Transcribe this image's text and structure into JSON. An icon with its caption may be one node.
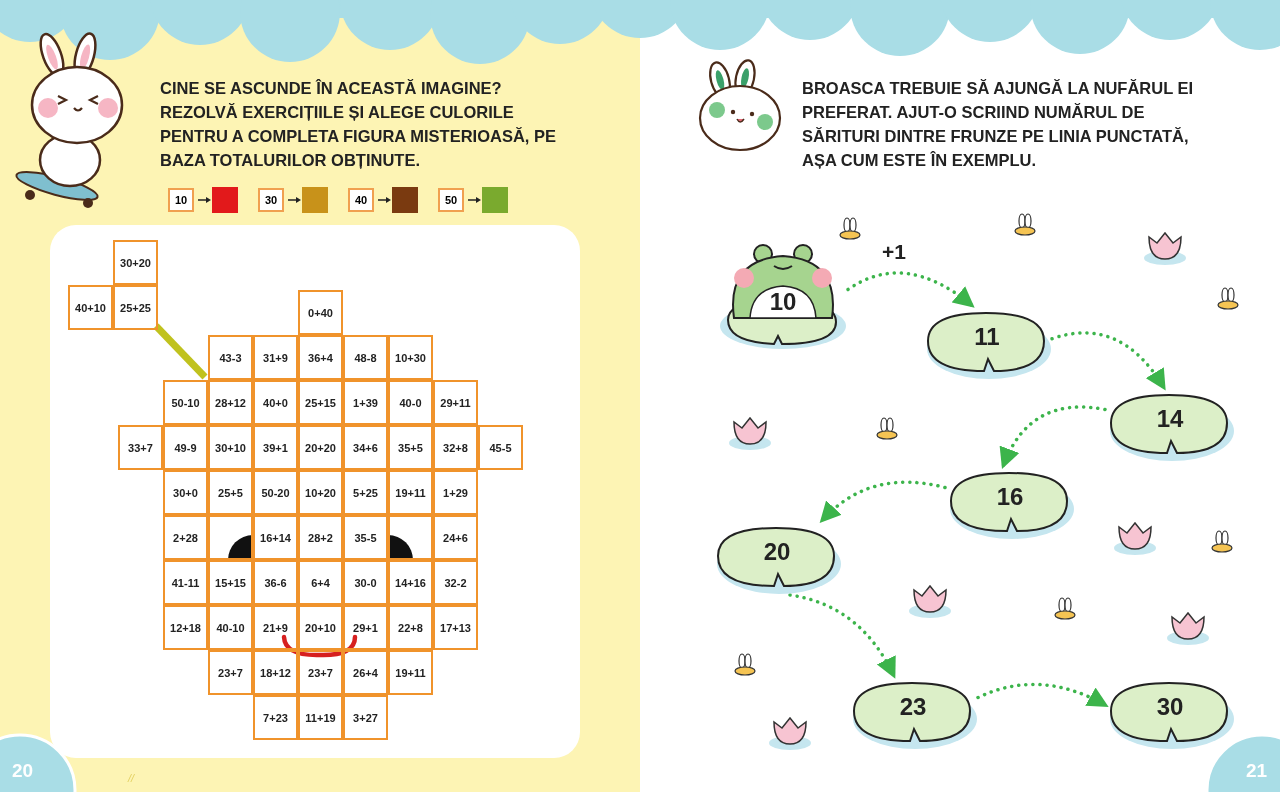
{
  "diagram": {
    "nodes": [
      {
        "text": [
          "10"
        ]
      },
      {
        "text": [
          "11"
        ]
      },
      {
        "text": [
          "14"
        ]
      },
      {
        "text": [
          "16"
        ]
      },
      {
        "text": [
          "20"
        ]
      },
      {
        "text": [
          "23"
        ]
      },
      {
        "text": [
          "30"
        ]
      }
    ],
    "edges": [
      {
        "from": 0,
        "to": 1,
        "arrow": "to",
        "label": "+1",
        "style": "dashed"
      },
      {
        "from": 1,
        "to": 2,
        "arrow": "to",
        "style": "dashed"
      },
      {
        "from": 2,
        "to": 3,
        "arrow": "to",
        "style": "dashed"
      },
      {
        "from": 3,
        "to": 4,
        "arrow": "to",
        "style": "dashed"
      },
      {
        "from": 4,
        "to": 5,
        "arrow": "to",
        "style": "dashed"
      },
      {
        "from": 5,
        "to": 6,
        "arrow": "to",
        "style": "dashed"
      }
    ],
    "labels": [
      "CINE SE ASCUNDE ÎN ACEASTĂ IMAGINE? REZOLVĂ EXERCIȚIILE ȘI ALEGE CULORILE PENTRU A COMPLETA FIGURA MISTERIOASĂ, PE BAZA TOTALURILOR OBȚINUTE.",
      "BROASCA TREBUIE SĂ AJUNGĂ LA NUFĂRUL EI PREFERAT. AJUT-O SCRIIND NUMĂRUL DE SĂRITURI DINTRE FRUNZE PE LINIA PUNCTATĂ, AȘA CUM ESTE ÎN EXEMPLU.",
      "30+20",
      "40+10",
      "25+25",
      "0+40",
      "43-3",
      "31+9",
      "36+4",
      "48-8",
      "10+30",
      "50-10",
      "28+12",
      "40+0",
      "25+15",
      "1+39",
      "40-0",
      "29+11",
      "33+7",
      "49-9",
      "30+10",
      "39+1",
      "20+20",
      "34+6",
      "35+5",
      "32+8",
      "45-5",
      "30+0",
      "25+5",
      "50-20",
      "10+20",
      "5+25",
      "19+11",
      "1+29",
      "2+28",
      "16+14",
      "28+2",
      "35-5",
      "24+6",
      "41-11",
      "15+15",
      "36-6",
      "6+4",
      "30-0",
      "14+16",
      "32-2",
      "12+18",
      "40-10",
      "21+9",
      "20+10",
      "29+1",
      "22+8",
      "17+13",
      "23+7",
      "18+12",
      "23+7",
      "26+4",
      "19+11",
      "7+23",
      "11+19",
      "3+27",
      "20",
      "21",
      "//"
    ],
    "legend": [
      {
        "text": "10",
        "color": "#e2191b"
      },
      {
        "text": "30",
        "color": "#c8921a"
      },
      {
        "text": "40",
        "color": "#7a3a10"
      },
      {
        "text": "50",
        "color": "#7aaa2e"
      }
    ]
  }
}
